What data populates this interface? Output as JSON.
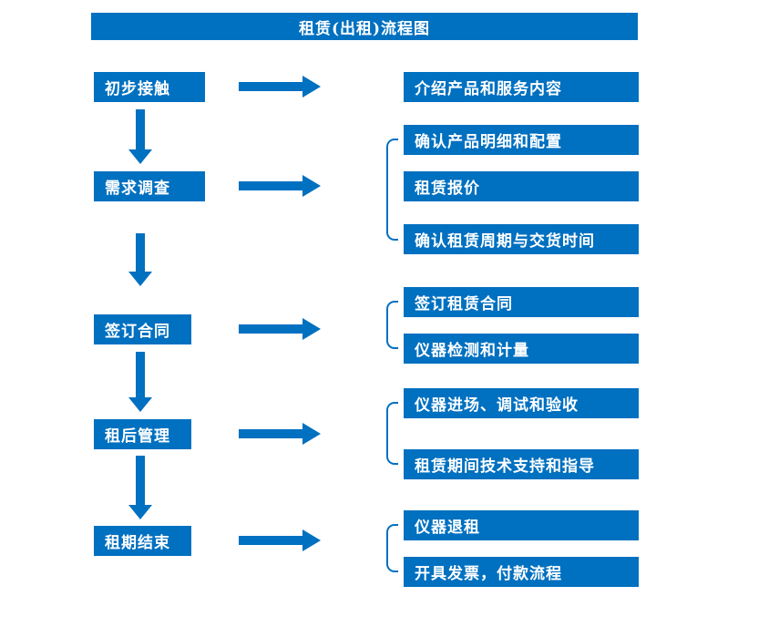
{
  "title": "租赁(出租)流程图",
  "colors": {
    "accent": "#0070C0",
    "text_on_accent": "#FFFFFF",
    "background": "#FFFFFF"
  },
  "steps": [
    {
      "label": "初步接触",
      "outputs": [
        "介绍产品和服务内容"
      ]
    },
    {
      "label": "需求调查",
      "outputs": [
        "确认产品明细和配置",
        "租赁报价",
        "确认租赁周期与交货时间"
      ]
    },
    {
      "label": "签订合同",
      "outputs": [
        "签订租赁合同",
        "仪器检测和计量"
      ]
    },
    {
      "label": "租后管理",
      "outputs": [
        "仪器进场、调试和验收",
        "租赁期间技术支持和指导"
      ]
    },
    {
      "label": "租期结束",
      "outputs": [
        "仪器退租",
        "开具发票，付款流程"
      ]
    }
  ]
}
